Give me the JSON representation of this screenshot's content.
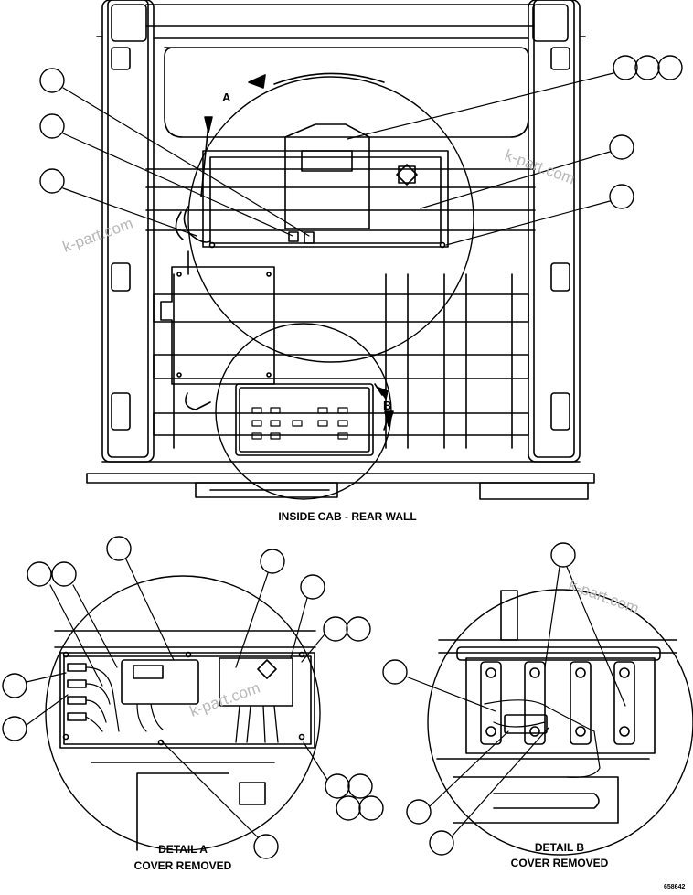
{
  "main_view": {
    "caption": "INSIDE CAB - REAR WALL",
    "detail_labels": [
      "A",
      "B"
    ]
  },
  "detail_a": {
    "caption_line1": "DETAIL A",
    "caption_line2": "COVER REMOVED"
  },
  "detail_b": {
    "caption_line1": "DETAIL B",
    "caption_line2": "COVER REMOVED"
  },
  "watermark": "k-part.com",
  "figure_code": "658642"
}
